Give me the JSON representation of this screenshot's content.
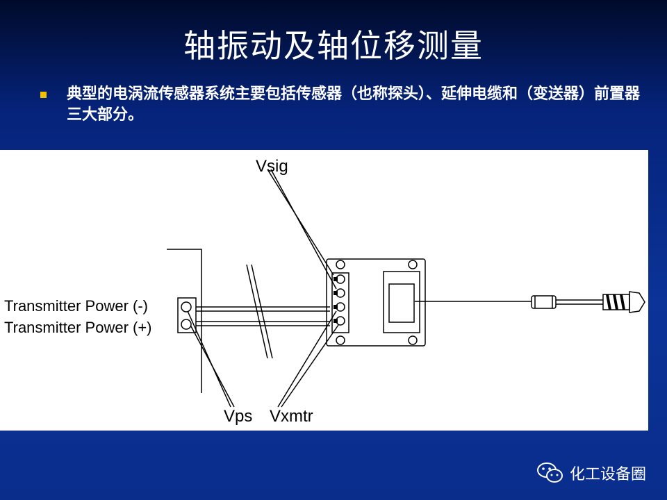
{
  "slide": {
    "title": "轴振动及轴位移测量",
    "bullet_text": "典型的电涡流传感器系统主要包括传感器（也称探头）、延伸电缆和（变送器）前置器三大部分。"
  },
  "diagram": {
    "label_vsig": "Vsig",
    "label_power_neg": "Transmitter Power (-)",
    "label_power_pos": "Transmitter Power (+)",
    "label_vps": "Vps",
    "label_vxmtr": "Vxmtr"
  },
  "watermark": {
    "icon": "wechat-icon",
    "text": "化工设备圈"
  }
}
